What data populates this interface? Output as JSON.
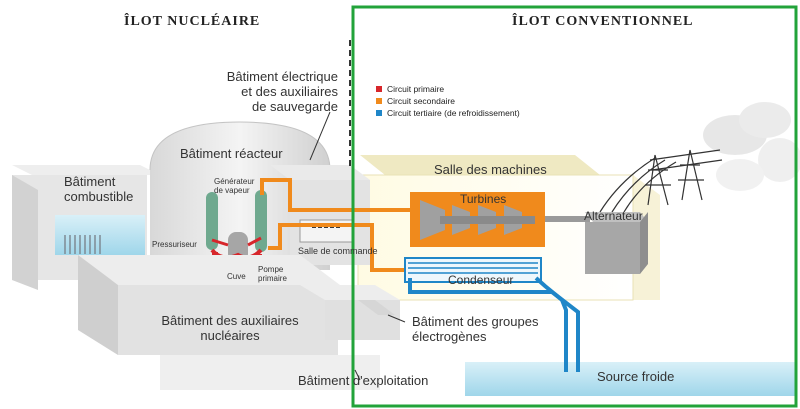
{
  "headings": {
    "nuclear_island": "ÎLOT NUCLÉAIRE",
    "conventional_island": "ÎLOT CONVENTIONNEL"
  },
  "labels": {
    "electrical_building_line1": "Bâtiment électrique",
    "electrical_building_line2": "et des auxiliaires",
    "electrical_building_line3": "de sauvegarde",
    "reactor_building": "Bâtiment réacteur",
    "fuel_building_line1": "Bâtiment",
    "fuel_building_line2": "combustible",
    "steam_generator_line1": "Générateur",
    "steam_generator_line2": "de vapeur",
    "pressurizer": "Pressuriseur",
    "vessel": "Cuve",
    "primary_pump_line1": "Pompe",
    "primary_pump_line2": "primaire",
    "control_room": "Salle de commande",
    "machine_hall": "Salle des machines",
    "turbines": "Turbines",
    "alternator": "Alternateur",
    "condenser": "Condenseur",
    "nuclear_aux_line1": "Bâtiment des auxiliaires",
    "nuclear_aux_line2": "nucléaires",
    "generator_sets_line1": "Bâtiment des groupes",
    "generator_sets_line2": "électrogènes",
    "operations_building": "Bâtiment d'exploitation",
    "cold_source": "Source froide"
  },
  "legend": {
    "items": [
      {
        "label": "Circuit primaire",
        "color": "#d7262b"
      },
      {
        "label": "Circuit secondaire",
        "color": "#f08a1c"
      },
      {
        "label": "Circuit tertiaire (de refroidissement)",
        "color": "#1f86c8"
      }
    ]
  },
  "colors": {
    "primary": "#d7262b",
    "secondary": "#f08a1c",
    "tertiary": "#1f86c8",
    "highlight_frame": "#22a33a",
    "building": "#e4e4e4",
    "machine_hall": "#fbf6d8",
    "cold_source": "#bfe6f2"
  }
}
